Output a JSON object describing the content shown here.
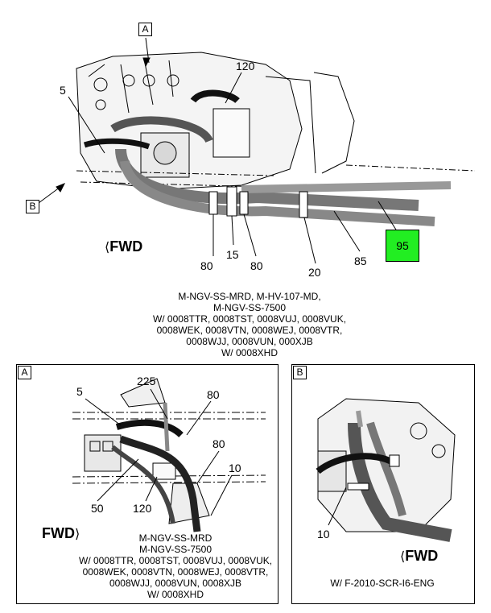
{
  "main": {
    "view_marker_a": "A",
    "view_marker_b": "B",
    "callouts": [
      "120",
      "5",
      "80",
      "15",
      "80",
      "20",
      "85",
      "95"
    ],
    "fwd": "FWD",
    "caption_lines": [
      "M-NGV-SS-MRD, M-HV-107-MD,",
      "M-NGV-SS-7500",
      "W/ 0008TTR, 0008TST, 0008VUJ, 0008VUK,",
      "0008WEK, 0008VTN, 0008WEJ, 0008VTR,",
      "0008WJJ, 0008VUN, 000XJB",
      "W/ 0008XHD"
    ],
    "highlight_color": "#22ee22"
  },
  "detail_a": {
    "letter": "A",
    "callouts": [
      "5",
      "225",
      "80",
      "80",
      "10",
      "50",
      "120"
    ],
    "fwd": "FWD",
    "caption_lines": [
      "M-NGV-SS-MRD",
      "M-NGV-SS-7500",
      "W/ 0008TTR, 0008TST, 0008VUJ, 0008VUK,",
      "0008WEK, 0008VTN, 0008WEJ, 0008VTR,",
      "0008WJJ, 0008VUN, 0008XJB",
      "W/ 0008XHD"
    ]
  },
  "detail_b": {
    "letter": "B",
    "callouts": [
      "10"
    ],
    "fwd": "FWD",
    "caption": "W/ F-2010-SCR-I6-ENG"
  }
}
